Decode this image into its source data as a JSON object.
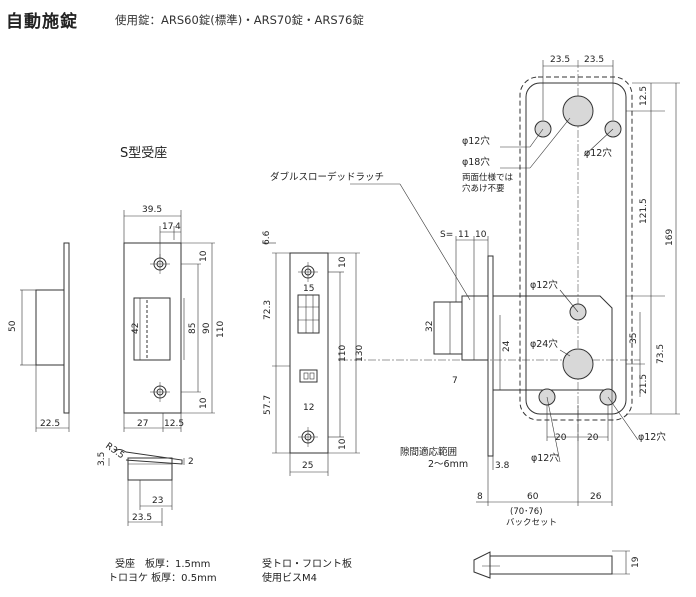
{
  "header": {
    "title": "自動施錠",
    "subtitle": "使用錠：ARS60錠(標準)・ARS70錠・ARS76錠"
  },
  "strike": {
    "section_label": "S型受座",
    "dims": {
      "w395": "39.5",
      "w17": "17",
      "w4": "4",
      "h50": "50",
      "w225": "22.5",
      "h42": "42",
      "h85": "85",
      "h90": "90",
      "h110": "110",
      "h10a": "10",
      "h10b": "10",
      "w27": "27",
      "w125": "12.5",
      "r": "R3.5",
      "h35": "3.5",
      "h2": "2",
      "w23": "23",
      "w235": "23.5"
    }
  },
  "front": {
    "dims": {
      "d66": "6.6",
      "d723": "72.3",
      "d577": "57.7",
      "d15": "15",
      "d12": "12",
      "d110": "110",
      "d130": "130",
      "d10a": "10",
      "d10b": "10",
      "d25": "25"
    }
  },
  "lock": {
    "labels": {
      "latch": "ダブルスローデッドラッチ",
      "hole12a": "φ12穴",
      "hole18": "φ18穴",
      "note18a": "両面仕様では",
      "note18b": "穴あけ不要",
      "hole12b": "φ12穴",
      "hole12c": "φ12穴",
      "hole24": "φ24穴",
      "hole12d": "φ12穴",
      "hole12e": "φ12穴",
      "gap_label": "隙間適応範囲",
      "gap_range": "2〜6mm",
      "backset": "(70･76)",
      "backset_label": "バックセット"
    },
    "dims": {
      "d235a": "23.5",
      "d235b": "23.5",
      "d125": "12.5",
      "d1215": "121.5",
      "d169": "169",
      "s": "S=",
      "d11": "11",
      "d10": "10",
      "d32": "32",
      "d24": "24",
      "d7": "7",
      "d35": "35",
      "d735": "73.5",
      "d215": "21.5",
      "d20a": "20",
      "d20b": "20",
      "d38": "3.8",
      "d8": "8",
      "d60": "60",
      "d26": "26",
      "d19": "19"
    }
  },
  "notes": {
    "line1_a": "受座　板厚：1.5mm",
    "line1_b": "受トロ・フロント板",
    "line2_a": "トロヨケ 板厚：0.5mm",
    "line2_b": "使用ビスM4"
  }
}
